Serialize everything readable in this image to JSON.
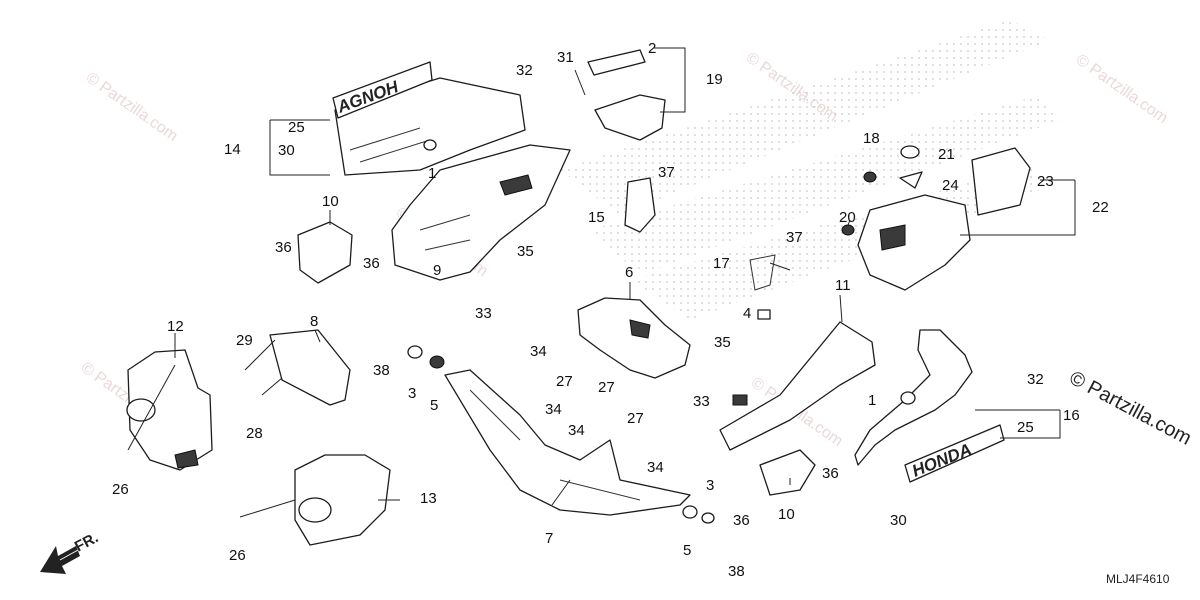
{
  "diagram": {
    "callouts": [
      "1",
      "2",
      "3",
      "4",
      "5",
      "6",
      "7",
      "8",
      "9",
      "10",
      "11",
      "12",
      "13",
      "14",
      "15",
      "16",
      "17",
      "18",
      "19",
      "20",
      "21",
      "22",
      "23",
      "24",
      "25",
      "26",
      "27",
      "28",
      "29",
      "30",
      "31",
      "32",
      "33",
      "34",
      "35",
      "36",
      "37",
      "38"
    ],
    "decal_text": "HONDA",
    "decal_text_mirrored": "AGNOH",
    "direction_label": "FR.",
    "watermark": "© Partzilla.com",
    "brand": "© Partzilla.com",
    "diagram_code": "MLJ4F4610"
  }
}
